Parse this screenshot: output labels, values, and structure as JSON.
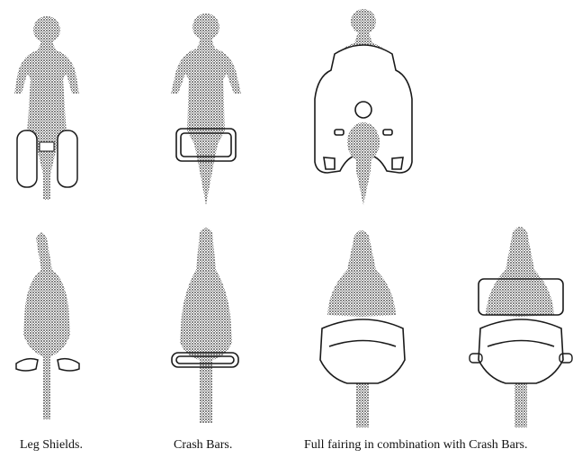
{
  "captions": {
    "leg_shields": "Leg Shields.",
    "crash_bars": "Crash Bars.",
    "full_fairing": "Full fairing in combination with Crash Bars."
  },
  "colors": {
    "rider": "#8a8a8a",
    "outline": "#1a1a1a",
    "equipment_fill": "#ffffff"
  }
}
